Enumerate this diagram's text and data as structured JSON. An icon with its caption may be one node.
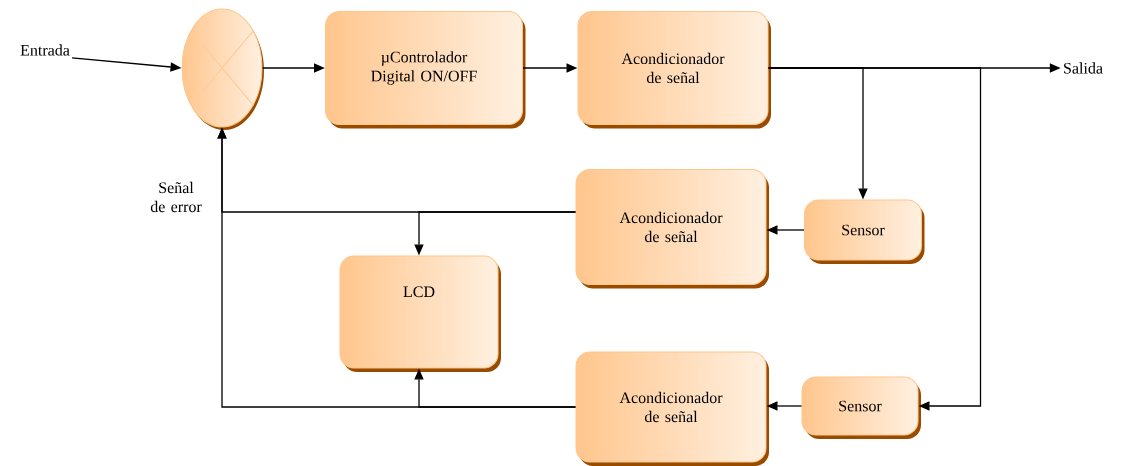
{
  "diagram": {
    "nodes": [
      {
        "text": [
          "Entrada"
        ]
      },
      {
        "text": [],
        "shape": "circle"
      },
      {
        "text": [
          "µControlador Digital ON/OFF"
        ]
      },
      {
        "text": [
          "Acondicionador de señal"
        ]
      },
      {
        "text": [
          "Salida"
        ]
      },
      {
        "text": [
          "Acondicionador de señal"
        ]
      },
      {
        "text": [
          "Sensor"
        ]
      },
      {
        "text": [
          "LCD"
        ]
      },
      {
        "text": [
          "Acondicionador de señal"
        ]
      },
      {
        "text": [
          "Sensor"
        ]
      }
    ],
    "edges": [
      {
        "from": 0,
        "to": 1,
        "arrow": "to"
      },
      {
        "from": 1,
        "to": 2,
        "arrow": "to"
      },
      {
        "from": 2,
        "to": 3,
        "arrow": "to"
      },
      {
        "from": 3,
        "to": 4,
        "arrow": "to"
      },
      {
        "from": 3,
        "to": 6,
        "arrow": "to"
      },
      {
        "from": 3,
        "to": 9,
        "arrow": "to"
      },
      {
        "from": 6,
        "to": 5,
        "arrow": "to"
      },
      {
        "from": 9,
        "to": 8,
        "arrow": "to"
      },
      {
        "from": 5,
        "to": 1,
        "arrow": "to"
      },
      {
        "from": 5,
        "to": 7,
        "arrow": "to"
      },
      {
        "from": 8,
        "to": 1,
        "arrow": "to"
      },
      {
        "from": 8,
        "to": 7,
        "arrow": "to"
      }
    ],
    "labels": [
      "Señal de error"
    ]
  }
}
